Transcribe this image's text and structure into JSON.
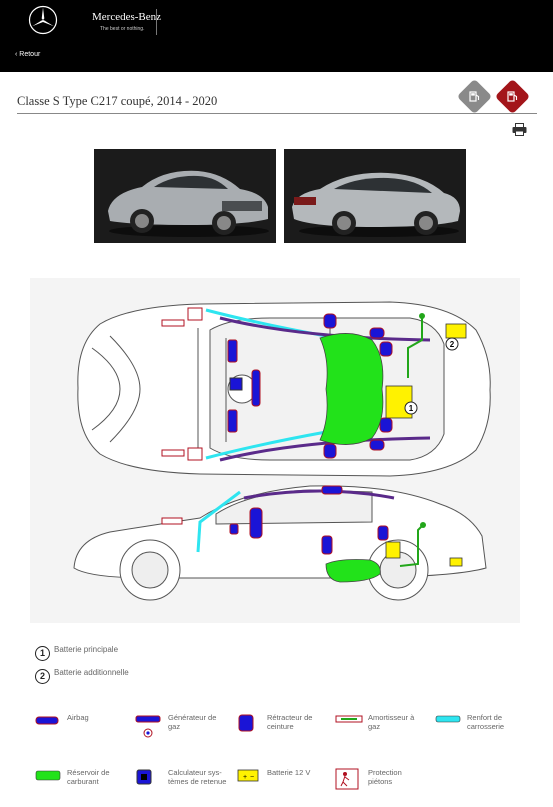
{
  "header": {
    "brand": "Mercedes-Benz",
    "tagline": "The best or nothing.",
    "back_label": "Retour"
  },
  "page": {
    "title": "Classe S Type C217 coupé, 2014 - 2020"
  },
  "colors": {
    "header_bg": "#000000",
    "badge_grey": "#8a8a8a",
    "badge_red": "#a3151a",
    "airbag": "#1a14d6",
    "airbag_outline": "#b01020",
    "fuel": "#22e21a",
    "battery": "#fff200",
    "reinforcement": "#2ee5f0"
  },
  "icons": {
    "logo": "mercedes-star-icon",
    "print": "printer-icon",
    "badge_left": "fuel-pump-icon",
    "badge_right": "fuel-pump-icon"
  },
  "batteries": [
    {
      "number": "1",
      "label": "Batterie principale"
    },
    {
      "number": "2",
      "label": "Batterie additionnelle"
    }
  ],
  "legend": [
    {
      "key": "airbag",
      "label": "Airbag"
    },
    {
      "key": "gas_generator",
      "label": "Générateur de gaz"
    },
    {
      "key": "belt_retractor",
      "label": "Rétracteur de ceinture"
    },
    {
      "key": "gas_damper",
      "label": "Amortisseur à gaz"
    },
    {
      "key": "body_reinforcement",
      "label": "Renfort de carrosserie"
    },
    {
      "key": "fuel_tank",
      "label": "Réservoir de carburant"
    },
    {
      "key": "restraint_ecu",
      "label": "Calculateur sys-tèmes de retenue"
    },
    {
      "key": "battery_12v",
      "label": "Batterie 12 V"
    },
    {
      "key": "pedestrian_protection",
      "label": "Protection piétons"
    }
  ]
}
